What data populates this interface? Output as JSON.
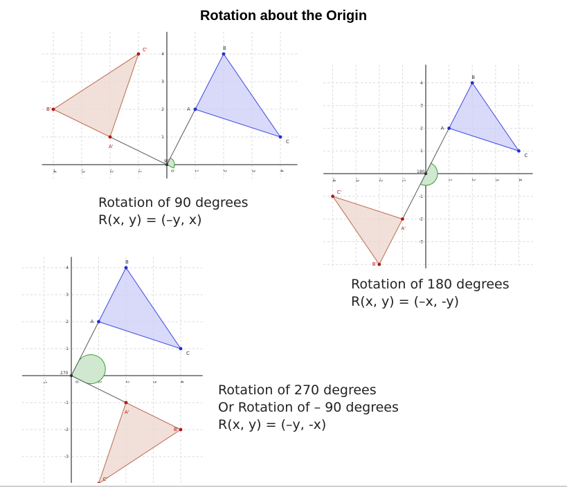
{
  "title": "Rotation about the Origin",
  "colors": {
    "original_fill": "#c9cbf7",
    "original_stroke": "#4a55e0",
    "original_point": "#1f2fd0",
    "image_fill": "#ecd8d0",
    "image_stroke": "#c0735a",
    "image_point": "#b01818",
    "connector": "#666666",
    "angle_fill": "#cfe8cf",
    "angle_stroke": "#3a9a3a"
  },
  "panels": [
    {
      "id": "rot90",
      "caption_lines": [
        "Rotation of 90 degrees",
        "R(x, y) = (–y, x)"
      ],
      "angle_label": "90",
      "x_ticks": [
        "-4",
        "-3",
        "-2",
        "-1",
        "0",
        "1",
        "2",
        "3",
        "4"
      ],
      "y_ticks": [
        "1",
        "2",
        "3",
        "4"
      ],
      "original": [
        {
          "label": "A",
          "x": 1,
          "y": 2
        },
        {
          "label": "B",
          "x": 2,
          "y": 4
        },
        {
          "label": "C",
          "x": 4,
          "y": 1
        }
      ],
      "image": [
        {
          "label": "A'",
          "x": -2,
          "y": 1
        },
        {
          "label": "B'",
          "x": -4,
          "y": 2
        },
        {
          "label": "C'",
          "x": -1,
          "y": 4
        }
      ]
    },
    {
      "id": "rot180",
      "caption_lines": [
        "Rotation of 180 degrees",
        "R(x, y) = (–x, -y)"
      ],
      "angle_label": "180",
      "x_ticks": [
        "-4",
        "-3",
        "-2",
        "-1",
        "0",
        "1",
        "2",
        "3",
        "4"
      ],
      "y_ticks": [
        "-3",
        "-2",
        "-1",
        "1",
        "2",
        "3",
        "4"
      ],
      "original": [
        {
          "label": "A",
          "x": 1,
          "y": 2
        },
        {
          "label": "B",
          "x": 2,
          "y": 4
        },
        {
          "label": "C",
          "x": 4,
          "y": 1
        }
      ],
      "image": [
        {
          "label": "A'",
          "x": -1,
          "y": -2
        },
        {
          "label": "B'",
          "x": -2,
          "y": -4
        },
        {
          "label": "C'",
          "x": -4,
          "y": -1
        }
      ]
    },
    {
      "id": "rot270",
      "caption_lines": [
        "Rotation of 270 degrees",
        "Or Rotation of – 90 degrees",
        "R(x, y) = (–y, -x)"
      ],
      "angle_label": "270",
      "x_ticks": [
        "-1",
        "0",
        "1",
        "2",
        "3",
        "4"
      ],
      "y_ticks": [
        "-3",
        "-2",
        "-1",
        "1",
        "2",
        "3",
        "4"
      ],
      "original": [
        {
          "label": "A",
          "x": 1,
          "y": 2
        },
        {
          "label": "B",
          "x": 2,
          "y": 4
        },
        {
          "label": "C",
          "x": 4,
          "y": 1
        }
      ],
      "image": [
        {
          "label": "A'",
          "x": 2,
          "y": -1
        },
        {
          "label": "B'",
          "x": 4,
          "y": -2
        },
        {
          "label": "C'",
          "x": 1,
          "y": -4
        }
      ]
    }
  ]
}
